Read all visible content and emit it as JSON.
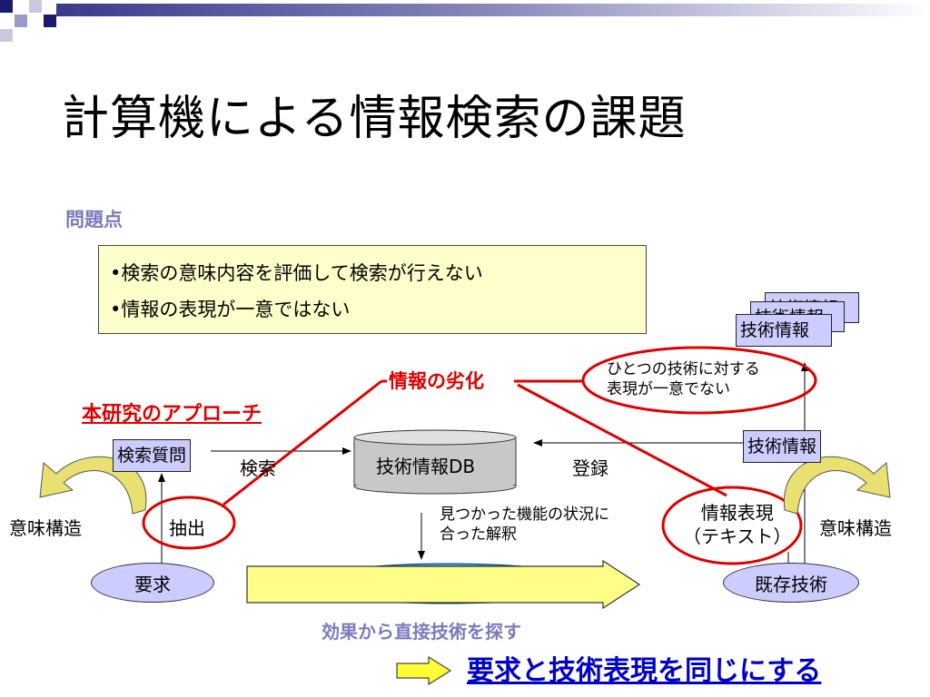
{
  "title": "計算機による情報検索の課題",
  "problem_heading": "問題点",
  "problems": [
    "•検索の意味内容を評価して検索が行えない",
    "•情報の表現が一意ではない"
  ],
  "stack_label": "技術情報",
  "approach": "本研究のアプローチ",
  "degradation": "情報の劣化",
  "note_nonunique": [
    "ひとつの技術に対する",
    "表現が一意でない"
  ],
  "query_box": "検索質問",
  "search_label": "検索",
  "db_label": "技術情報DB",
  "register_label": "登録",
  "tech_info_box": "技術情報",
  "semantic_left": "意味構造",
  "semantic_right": "意味構造",
  "extract": "抽出",
  "interpretation": [
    "見つかった機能の状況に",
    "合った解釈"
  ],
  "info_expression": [
    "情報表現",
    "（テキスト）"
  ],
  "requirement": "要求",
  "existing_tech": "既存技術",
  "effect": "効果から直接技術を探す",
  "conclusion": "要求と技術表現を同じにする",
  "colors": {
    "accent_red": "#dd0000",
    "purple_fill": "#ccccff",
    "yellow_fill": "#ffffcc",
    "arrow_yellow": "#ffff88",
    "ellipse_blue": "#1f7fd6",
    "link_blue": "#0000cc",
    "heading_lavender": "#7b7bbd"
  }
}
